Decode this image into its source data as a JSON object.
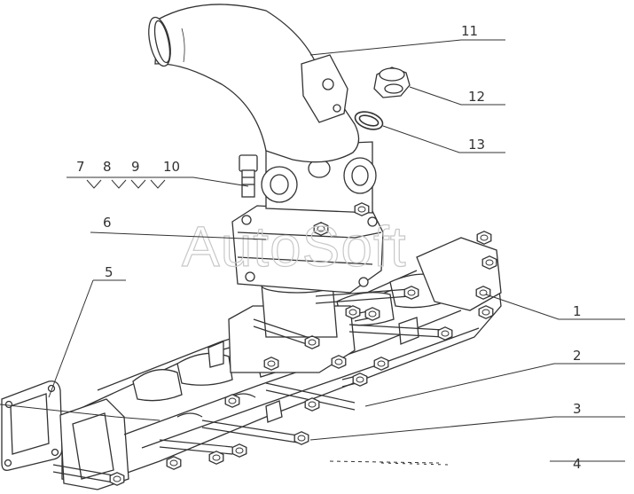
{
  "watermark": "AutoSoft",
  "callouts": [
    {
      "id": "1",
      "label": "1"
    },
    {
      "id": "2",
      "label": "2"
    },
    {
      "id": "3",
      "label": "3"
    },
    {
      "id": "4",
      "label": "4"
    },
    {
      "id": "5",
      "label": "5"
    },
    {
      "id": "6",
      "label": "6"
    },
    {
      "id": "7",
      "label": "7"
    },
    {
      "id": "8",
      "label": "8"
    },
    {
      "id": "9",
      "label": "9"
    },
    {
      "id": "10",
      "label": "10"
    },
    {
      "id": "11",
      "label": "11"
    },
    {
      "id": "12",
      "label": "12"
    },
    {
      "id": "13",
      "label": "13"
    }
  ],
  "colors": {
    "line": "#333333",
    "fill": "#ffffff",
    "shade": "#dcdcdc",
    "watermark": "#c8c8c8"
  }
}
